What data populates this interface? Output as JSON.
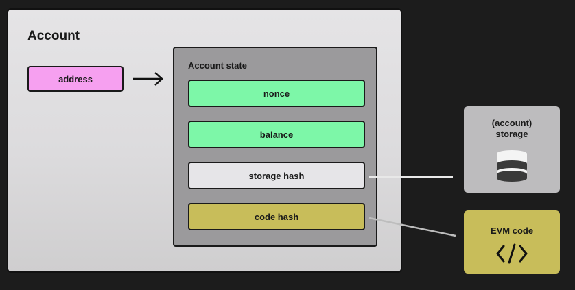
{
  "account": {
    "title": "Account",
    "address_label": "address"
  },
  "account_state": {
    "title": "Account state",
    "fields": [
      {
        "label": "nonce",
        "color": "#7df7a8"
      },
      {
        "label": "balance",
        "color": "#7df7a8"
      },
      {
        "label": "storage hash",
        "color": "#e6e5e8"
      },
      {
        "label": "code hash",
        "color": "#c8bd5a"
      }
    ]
  },
  "storage": {
    "label_line1": "(account)",
    "label_line2": "storage",
    "icon": "database-icon"
  },
  "evm": {
    "label": "EVM code",
    "icon": "code-icon"
  },
  "colors": {
    "background": "#1c1c1c",
    "address": "#f6a0f0",
    "green": "#7df7a8",
    "olive": "#c8bd5a",
    "panel": "#e5e4e6",
    "state": "#9b9a9c",
    "storage": "#bdbcbe"
  }
}
